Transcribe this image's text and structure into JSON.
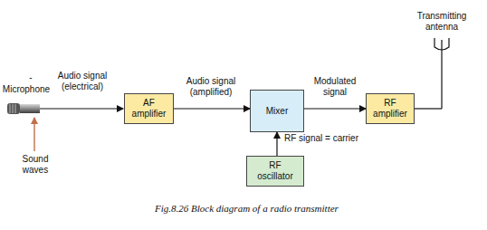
{
  "diagram": {
    "caption": "Fig.8.26 Block diagram of a radio transmitter",
    "nodes": [
      {
        "text": [
          "AF amplifier"
        ]
      },
      {
        "text": [
          "Mixer"
        ]
      },
      {
        "text": [
          "RF amplifier"
        ]
      },
      {
        "text": [
          "RF oscillator"
        ]
      }
    ],
    "edges": [
      {
        "from": 0,
        "to": 1,
        "arrow": "to",
        "label": "Audio signal (amplified)"
      },
      {
        "from": 1,
        "to": 2,
        "arrow": "to",
        "label": "Modulated signal"
      },
      {
        "from": 3,
        "to": 1,
        "arrow": "to",
        "label": "RF signal = carrier"
      }
    ],
    "labels": [
      "-",
      "Microphone",
      "Audio signal (electrical)",
      "Sound waves",
      "Transmitting antenna"
    ]
  }
}
